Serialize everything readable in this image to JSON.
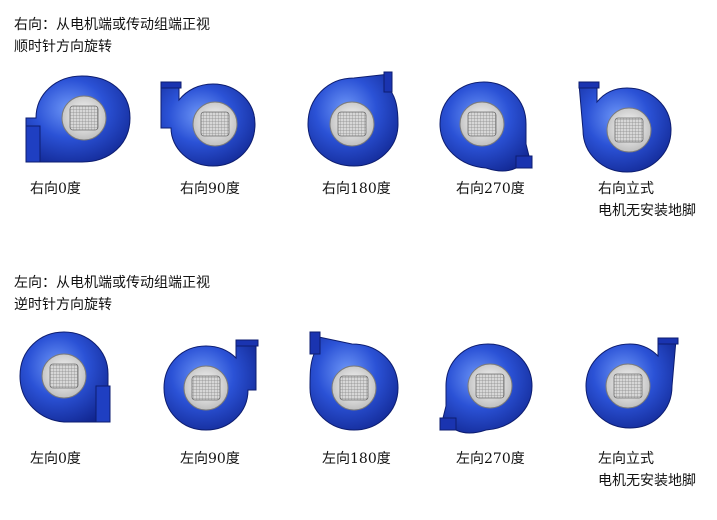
{
  "sections": [
    {
      "id": "right-hand",
      "heading_line1": "右向：从电机端或传动组端正视",
      "heading_line2": "顺时针方向旋转",
      "fans": [
        {
          "label_line1": "右向0度",
          "label_line2": ""
        },
        {
          "label_line1": "右向90度",
          "label_line2": ""
        },
        {
          "label_line1": "右向180度",
          "label_line2": ""
        },
        {
          "label_line1": "右向270度",
          "label_line2": ""
        },
        {
          "label_line1": "右向立式",
          "label_line2": "电机无安装地脚"
        }
      ]
    },
    {
      "id": "left-hand",
      "heading_line1": "左向：从电机端或传动组端正视",
      "heading_line2": "逆时针方向旋转",
      "fans": [
        {
          "label_line1": "左向0度",
          "label_line2": ""
        },
        {
          "label_line1": "左向90度",
          "label_line2": ""
        },
        {
          "label_line1": "左向180度",
          "label_line2": ""
        },
        {
          "label_line1": "左向270度",
          "label_line2": ""
        },
        {
          "label_line1": "左向立式",
          "label_line2": "电机无安装地脚"
        }
      ]
    }
  ],
  "colors": {
    "housing_dark": "#14289c",
    "housing_mid": "#2346cf",
    "housing_light": "#5b86f2",
    "housing_edge": "#0d1d70",
    "motor_ring": "#e6e6e6",
    "motor_grille": "#9a9a9a",
    "text": "#111111"
  },
  "icons": [
    "centrifugal-fan-housing-icon",
    "motor-grille-icon"
  ]
}
